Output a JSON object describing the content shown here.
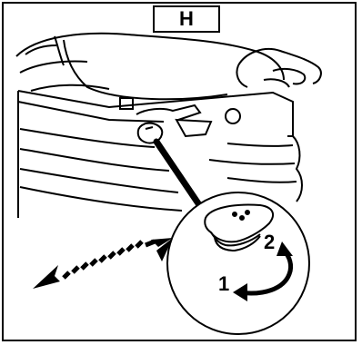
{
  "panel_label": "H",
  "steps": [
    "1",
    "2"
  ],
  "colors": {
    "ink": "#000000",
    "paper": "#ffffff"
  }
}
